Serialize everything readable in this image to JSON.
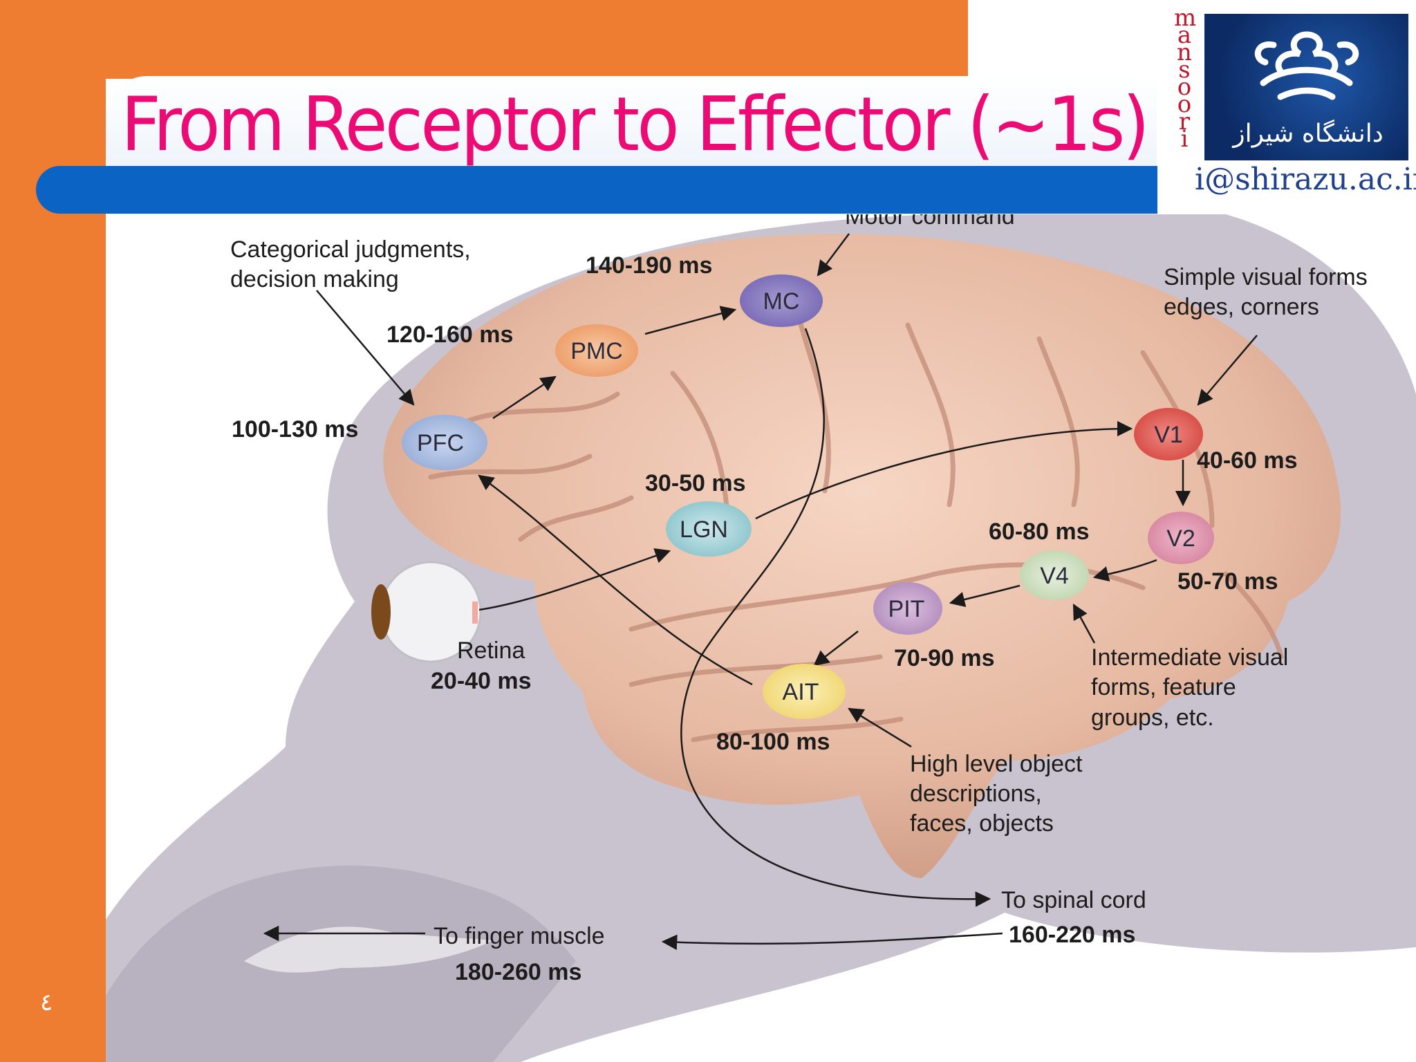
{
  "slide": {
    "title": "From Receptor to Effector (~1s)",
    "page_number": "٤",
    "colors": {
      "accent_orange": "#ef7d31",
      "title_pink": "#ec0a74",
      "bar_blue": "#0b63c4"
    }
  },
  "logo": {
    "vertical_name": [
      "m",
      "a",
      "n",
      "s",
      "o",
      "o",
      "r",
      "i"
    ],
    "email": "@shirazu.ac.ir",
    "emblem_text": "دانشگاه شیراز"
  },
  "diagram": {
    "nodes": {
      "mc": "MC",
      "pmc": "PMC",
      "pfc": "PFC",
      "lgn": "LGN",
      "v1": "V1",
      "v2": "V2",
      "v4": "V4",
      "pit": "PIT",
      "ait": "AIT"
    },
    "timings": {
      "mc": "140-190 ms",
      "pmc": "120-160 ms",
      "pfc": "100-130 ms",
      "lgn": "30-50 ms",
      "v1": "40-60 ms",
      "v2": "50-70 ms",
      "v4": "60-80 ms",
      "pit": "70-90 ms",
      "ait": "80-100 ms",
      "retina": "20-40 ms",
      "spinal": "160-220 ms",
      "finger": "180-260 ms"
    },
    "labels": {
      "motor_command": "Motor command",
      "categorical": [
        "Categorical judgments,",
        "decision making"
      ],
      "simple_visual": [
        "Simple visual forms",
        "edges, corners"
      ],
      "intermediate_visual": [
        "Intermediate visual",
        "forms, feature",
        "groups, etc."
      ],
      "high_level": [
        "High level object",
        "descriptions,",
        "faces, objects"
      ],
      "retina": "Retina",
      "spinal_cord": "To spinal cord",
      "finger_muscle": "To finger muscle"
    }
  }
}
